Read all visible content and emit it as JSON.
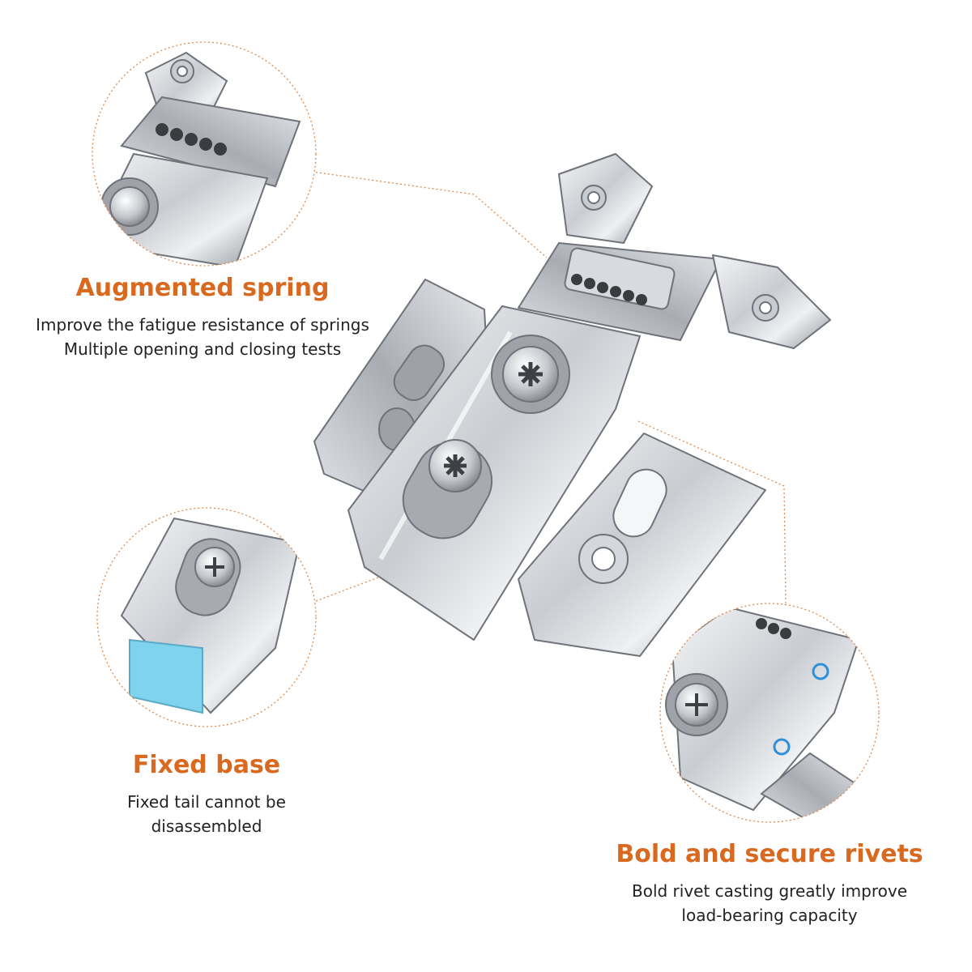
{
  "features": {
    "spring": {
      "title": "Augmented spring",
      "lines": [
        "Improve the fatigue resistance of springs",
        "Multiple opening and closing tests"
      ]
    },
    "base": {
      "title": "Fixed base",
      "lines": [
        "Fixed tail cannot be",
        "disassembled"
      ]
    },
    "rivets": {
      "title": "Bold and secure rivets",
      "lines": [
        "Bold rivet casting greatly improve",
        "load-bearing capacity"
      ]
    }
  },
  "colors": {
    "accent": "#d9691f",
    "text": "#222222",
    "metal_light": "#eef0f2",
    "metal_mid": "#b8bcc2",
    "metal_dark": "#7d8187",
    "rivet_ring": "#2f8fd8",
    "damper": "#7fd3ee"
  }
}
